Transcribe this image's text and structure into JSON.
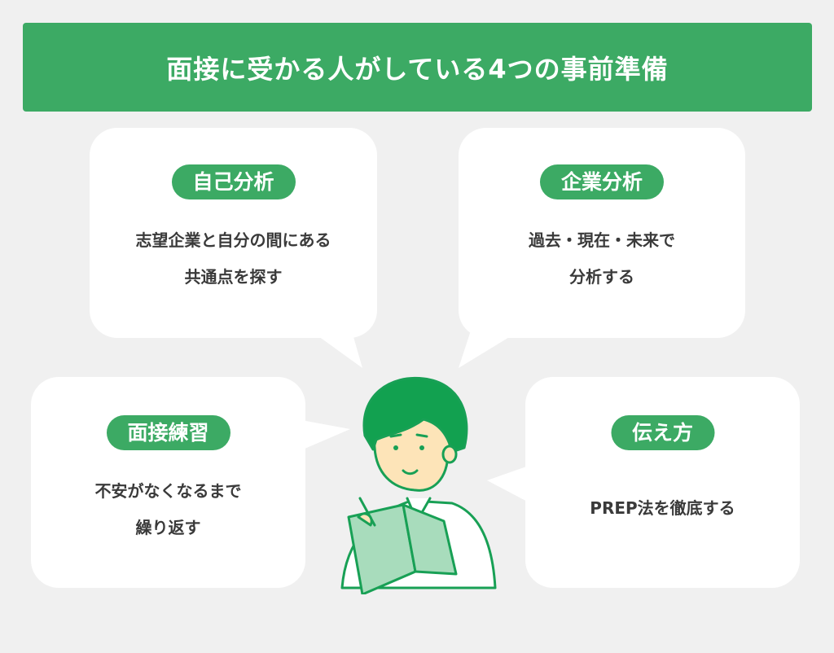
{
  "title": "面接に受かる人がしている4つの事前準備",
  "cards": [
    {
      "label": "自己分析",
      "lines": [
        "志望企業と自分の間にある",
        "共通点を探す"
      ]
    },
    {
      "label": "企業分析",
      "lines": [
        "過去・現在・未来で",
        "分析する"
      ]
    },
    {
      "label": "面接練習",
      "lines": [
        "不安がなくなるまで",
        "繰り返す"
      ]
    },
    {
      "label": "伝え方",
      "lines": [
        "PREP法を徹底する"
      ]
    }
  ],
  "colors": {
    "accent": "#3caa64",
    "background": "#f0f0f0",
    "hair": "#12a150",
    "skin": "#fde4b8",
    "book": "#a8dcbc"
  }
}
